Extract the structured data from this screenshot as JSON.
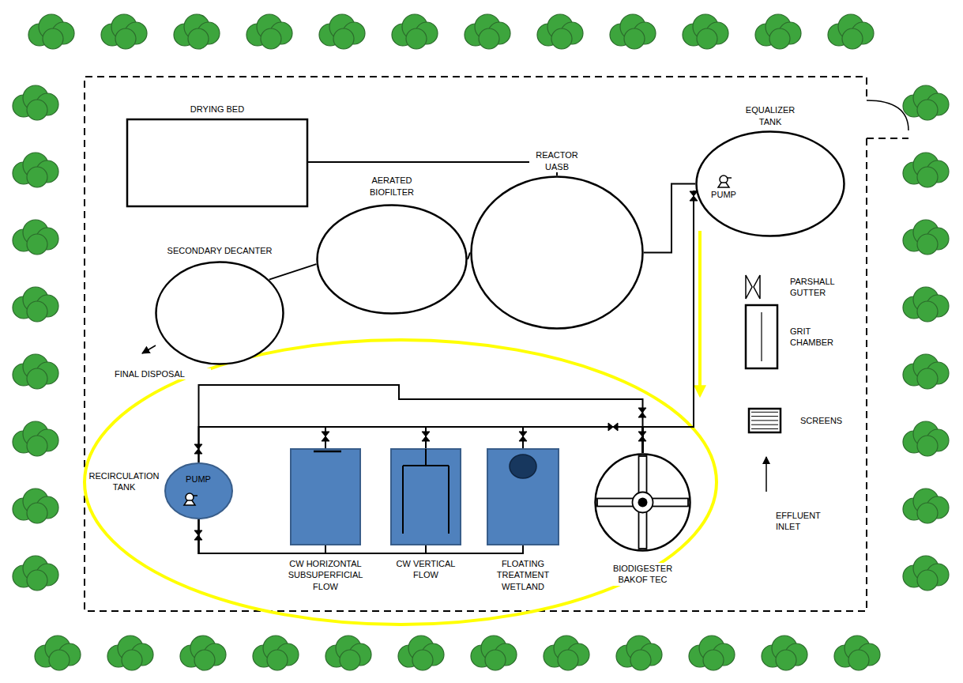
{
  "diagram": {
    "nodes": [
      {
        "text": [
          "DRYING BED"
        ]
      },
      {
        "text": [
          "EQUALIZER TANK",
          "PUMP"
        ]
      },
      {
        "text": [
          "AERATED BIOFILTER"
        ]
      },
      {
        "text": [
          "REACTOR UASB"
        ]
      },
      {
        "text": [
          "SECONDARY DECANTER"
        ]
      },
      {
        "text": [
          "PARSHALL GUTTER"
        ]
      },
      {
        "text": [
          "GRIT CHAMBER"
        ]
      },
      {
        "text": [
          "SCREENS"
        ]
      },
      {
        "text": [
          "RECIRCULATION TANK",
          "PUMP"
        ]
      },
      {
        "text": [
          "CW HORIZONTAL SUBSUPERFICIAL FLOW"
        ]
      },
      {
        "text": [
          "CW VERTICAL FLOW"
        ]
      },
      {
        "text": [
          "FLOATING TREATMENT WETLAND"
        ]
      },
      {
        "text": [
          "BIODIGESTER BAKOF TEC"
        ]
      }
    ],
    "edges": [
      {
        "from": 0,
        "to": 3,
        "arrow": "none"
      },
      {
        "from": 2,
        "to": 3,
        "arrow": "none"
      },
      {
        "from": 4,
        "to": 2,
        "arrow": "none"
      },
      {
        "from": 3,
        "to": 1,
        "arrow": "none"
      },
      {
        "from": 1,
        "to": 12,
        "arrow": "none"
      },
      {
        "from": 12,
        "to": 8,
        "arrow": "none"
      },
      {
        "from": 12,
        "to": 9,
        "arrow": "none"
      },
      {
        "from": 12,
        "to": 10,
        "arrow": "none"
      },
      {
        "from": 12,
        "to": 11,
        "arrow": "none"
      },
      {
        "from": 8,
        "to": 12,
        "arrow": "none"
      },
      {
        "from": 8,
        "to": 9,
        "arrow": "none"
      },
      {
        "from": 8,
        "to": 10,
        "arrow": "none"
      },
      {
        "from": 8,
        "to": 11,
        "arrow": "none"
      }
    ],
    "labels": [
      "FINAL DISPOSAL",
      "EFFLUENT INLET"
    ]
  }
}
